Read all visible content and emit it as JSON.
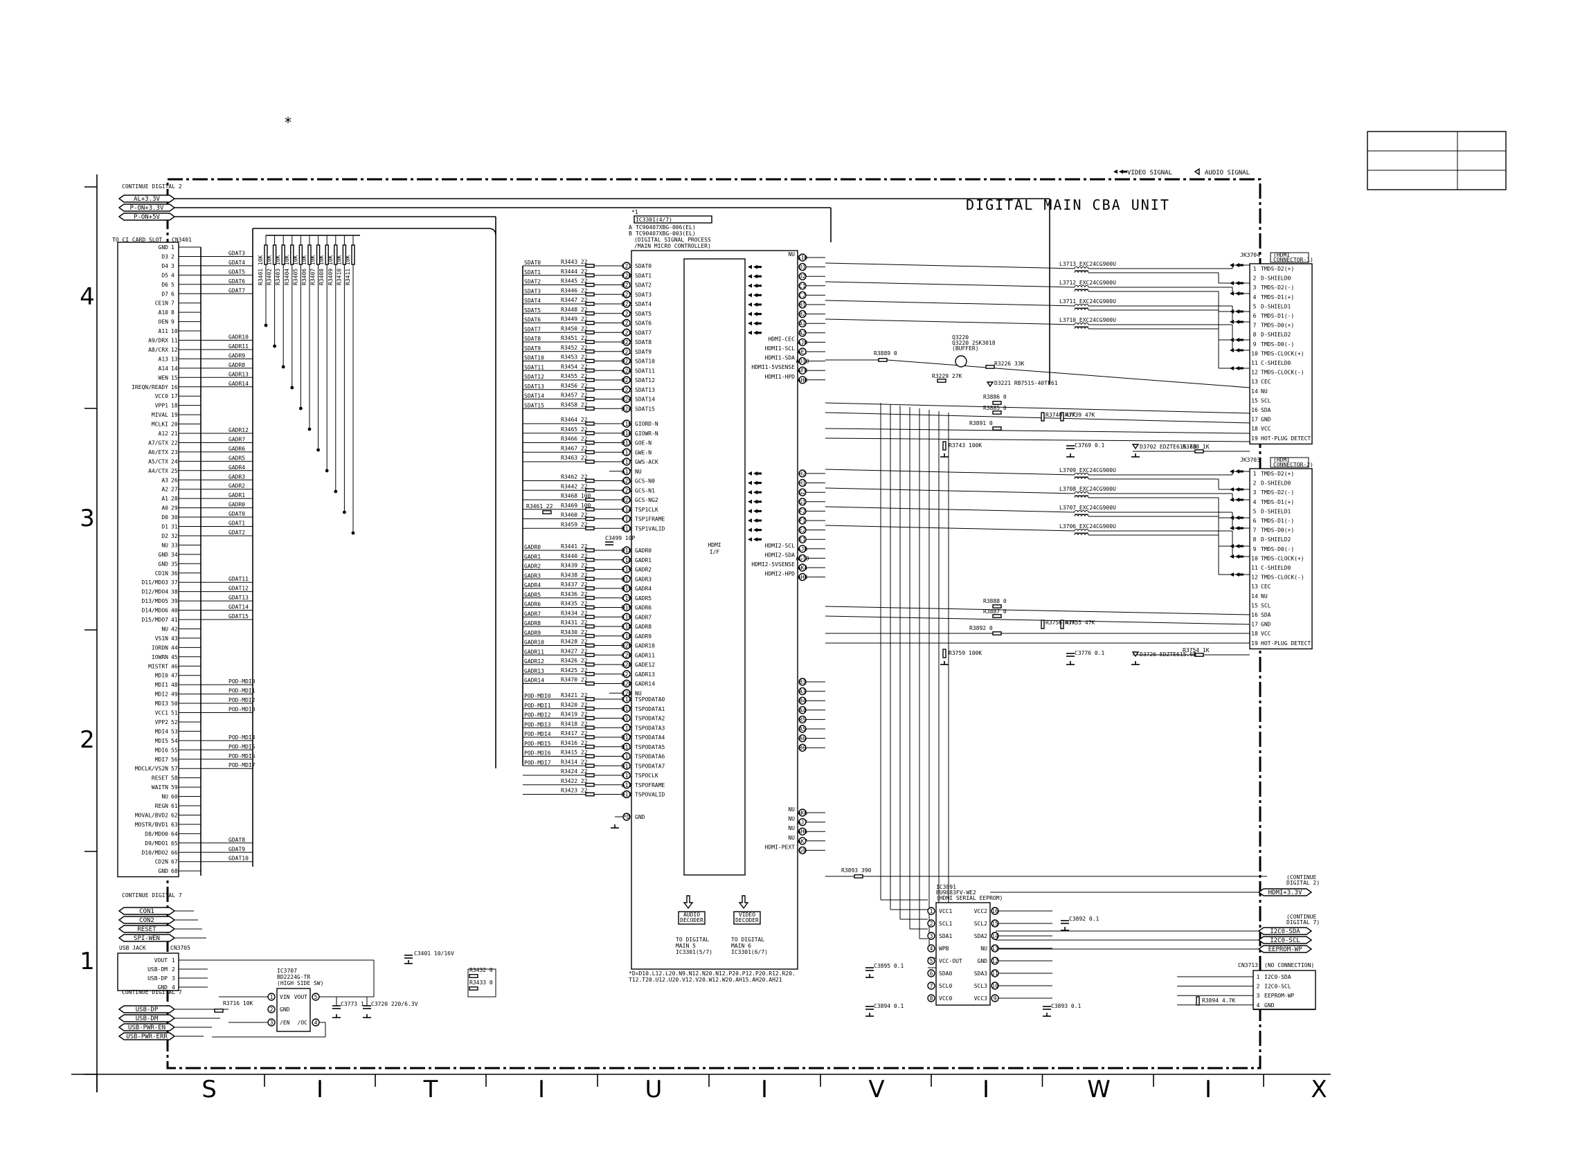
{
  "asterisk": "*",
  "unit_title": "DIGITAL MAIN CBA UNIT",
  "legend": {
    "video": "VIDEO SIGNAL",
    "audio": "AUDIO SIGNAL"
  },
  "grid": {
    "columns": [
      "S",
      "I",
      "T",
      "I",
      "U",
      "I",
      "V",
      "I",
      "W",
      "I",
      "X"
    ],
    "rows": [
      "4",
      "3",
      "2",
      "1"
    ]
  },
  "power_in": {
    "label": "CONTINUE DIGITAL 2",
    "rails": [
      "AL+3.3V",
      "P-ON+3.3V",
      "P-ON+5V"
    ]
  },
  "cn3401": {
    "ref": "CN3401",
    "label": "TO CI CARD SLOT",
    "pins": [
      [
        "1",
        "GND"
      ],
      [
        "2",
        "D3"
      ],
      [
        "3",
        "D4"
      ],
      [
        "4",
        "D5"
      ],
      [
        "5",
        "D6"
      ],
      [
        "6",
        "D7"
      ],
      [
        "7",
        "CE1N"
      ],
      [
        "8",
        "A10"
      ],
      [
        "9",
        "OEN"
      ],
      [
        "10",
        "A11"
      ],
      [
        "11",
        "A9/DRX"
      ],
      [
        "12",
        "A8/CRX"
      ],
      [
        "13",
        "A13"
      ],
      [
        "14",
        "A14"
      ],
      [
        "15",
        "WEN"
      ],
      [
        "16",
        "IREQN/READY"
      ],
      [
        "17",
        "VCC0"
      ],
      [
        "18",
        "VPP1"
      ],
      [
        "19",
        "MIVAL"
      ],
      [
        "20",
        "MCLKI"
      ],
      [
        "21",
        "A12"
      ],
      [
        "22",
        "A7/GTX"
      ],
      [
        "23",
        "A6/ETX"
      ],
      [
        "24",
        "A5/CTX"
      ],
      [
        "25",
        "A4/CTX"
      ],
      [
        "26",
        "A3"
      ],
      [
        "27",
        "A2"
      ],
      [
        "28",
        "A1"
      ],
      [
        "29",
        "A0"
      ],
      [
        "30",
        "D0"
      ],
      [
        "31",
        "D1"
      ],
      [
        "32",
        "D2"
      ],
      [
        "33",
        "NU"
      ],
      [
        "34",
        "GND"
      ],
      [
        "35",
        "GND"
      ],
      [
        "36",
        "CD1N"
      ],
      [
        "37",
        "D11/MDO3"
      ],
      [
        "38",
        "D12/MDO4"
      ],
      [
        "39",
        "D13/MDO5"
      ],
      [
        "40",
        "D14/MDO6"
      ],
      [
        "41",
        "D15/MDO7"
      ],
      [
        "42",
        "NU"
      ],
      [
        "43",
        "VS1N"
      ],
      [
        "44",
        "IORDN"
      ],
      [
        "45",
        "IOWRN"
      ],
      [
        "46",
        "MISTRT"
      ],
      [
        "47",
        "MDI0"
      ],
      [
        "48",
        "MDI1"
      ],
      [
        "49",
        "MDI2"
      ],
      [
        "50",
        "MDI3"
      ],
      [
        "51",
        "VCC1"
      ],
      [
        "52",
        "VPP2"
      ],
      [
        "53",
        "MDI4"
      ],
      [
        "54",
        "MDI5"
      ],
      [
        "55",
        "MDI6"
      ],
      [
        "56",
        "MDI7"
      ],
      [
        "57",
        "MOCLK/VS2N"
      ],
      [
        "58",
        "RESET"
      ],
      [
        "59",
        "WAITN"
      ],
      [
        "60",
        "NU"
      ],
      [
        "61",
        "REGN"
      ],
      [
        "62",
        "MOVAL/BVD2"
      ],
      [
        "63",
        "MOSTR/BVD1"
      ],
      [
        "64",
        "D8/MDO0"
      ],
      [
        "65",
        "D9/MDO1"
      ],
      [
        "66",
        "D10/MDO2"
      ],
      [
        "67",
        "CD2N"
      ],
      [
        "68",
        "GND"
      ]
    ],
    "net_labels": [
      "GDAT3",
      "GDAT4",
      "GDAT5",
      "GDAT6",
      "GDAT7",
      "GADR10",
      "GADR11",
      "GADR9",
      "GADR8",
      "GADR13",
      "GADR14",
      "GADR12",
      "GADR7",
      "GADR6",
      "GADR5",
      "GADR4",
      "GADR3",
      "GADR2",
      "GADR1",
      "GADR0",
      "GDAT0",
      "GDAT1",
      "GDAT2",
      "GDAT11",
      "GDAT12",
      "GDAT13",
      "GDAT14",
      "GDAT15",
      "POD-MDI0",
      "POD-MDI1",
      "POD-MDI2",
      "POD-MDI3",
      "POD-MDI4",
      "POD-MDI5",
      "POD-MDI6",
      "POD-MDI7",
      "GDAT8",
      "GDAT9",
      "GDAT10"
    ]
  },
  "resistor_array": [
    "R3401 10K",
    "R3402 10K",
    "R3403 10K",
    "R3404 10K",
    "R3405 10K",
    "R3406 10K",
    "R3407 10K",
    "R3408 10K",
    "R3409 10K",
    "R3410 10K",
    "R3411 10K"
  ],
  "lower_left": {
    "cont7": {
      "label": "CONTINUE DIGITAL 7",
      "signals": [
        "CON1",
        "CON2",
        "RESET",
        "SPI-WEN"
      ]
    },
    "cn3705": {
      "ref": "CN3705",
      "label": "USB JACK",
      "pins": [
        [
          "1",
          "VOUT"
        ],
        [
          "2",
          "USB-DM"
        ],
        [
          "3",
          "USB-DP"
        ],
        [
          "4",
          "GND"
        ]
      ]
    },
    "cont7b": {
      "label": "CONTINUE DIGITAL 7",
      "signals": [
        "USB-DP",
        "USB-DM",
        "USB-PWR-EN",
        "USB-PWR-ERR"
      ]
    },
    "ic3707": {
      "ref": "IC3707",
      "part": "BD2224G-TR",
      "desc": "HIGH SIDE SW",
      "pins": [
        [
          "1",
          "VIN"
        ],
        [
          "2",
          "GND"
        ],
        [
          "3",
          "/EN"
        ],
        [
          "5",
          "VOUT"
        ],
        [
          "4",
          "/OC"
        ]
      ]
    },
    "parts": [
      "C3401 10/16V",
      "R3432 0",
      "R3433 0",
      "R3716 10K",
      "C3773 1",
      "C3720 220/6.3V"
    ]
  },
  "ic3301": {
    "marker": "*1",
    "ref": "IC3301(4/7)",
    "variants": [
      "A TC90407XBG-006(EL)",
      "B TC90407XBG-003(EL)"
    ],
    "desc": [
      "DIGITAL SIGNAL PROCESS",
      "MAIN MICRO CONTROLLER"
    ],
    "inner": [
      "HDMI",
      "I/F"
    ],
    "left_pins": [
      [
        "SDAT0",
        "R3443 22",
        "C21",
        "SDAT0"
      ],
      [
        "SDAT1",
        "R3444 22",
        "F20",
        "SDAT1"
      ],
      [
        "SDAT2",
        "R3445 22",
        "B21",
        "SDAT2"
      ],
      [
        "SDAT3",
        "R3446 22",
        "A22",
        "SDAT3"
      ],
      [
        "SDAT4",
        "R3447 22",
        "B22",
        "SDAT4"
      ],
      [
        "SDAT5",
        "R3448 22",
        "C22",
        "SDAT5"
      ],
      [
        "SDAT6",
        "R3449 22",
        "E21",
        "SDAT6"
      ],
      [
        "SDAT7",
        "R3450 22",
        "C23",
        "SDAT7"
      ],
      [
        "SDAT8",
        "R3451 22",
        "D22",
        "SDAT8"
      ],
      [
        "SDAT9",
        "R3452 22",
        "F21",
        "SDAT9"
      ],
      [
        "SDAT10",
        "R3453 22",
        "D23",
        "SDAT10"
      ],
      [
        "SDAT11",
        "R3454 22",
        "A24",
        "SDAT11"
      ],
      [
        "SDAT12",
        "R3455 22",
        "B23",
        "SDAT12"
      ],
      [
        "SDAT13",
        "R3456 22",
        "E22",
        "SDAT13"
      ],
      [
        "SDAT14",
        "R3457 22",
        "B24",
        "SDAT14"
      ],
      [
        "SDAT15",
        "R3458 22",
        "D24",
        "SDAT15"
      ],
      [
        "",
        "R3464 22",
        "C16",
        "GIORD-N"
      ],
      [
        "",
        "R3465 22",
        "D16",
        "GIOWR-N"
      ],
      [
        "",
        "R3466 22",
        "D15",
        "GOE-N"
      ],
      [
        "",
        "R3467 22",
        "F17",
        "GWE-N"
      ],
      [
        "",
        "R3463 22",
        "E17",
        "GWS-ACK"
      ],
      [
        "",
        "",
        "A17",
        "NU"
      ],
      [
        "",
        "R3462 22",
        "A25",
        "GCS-N0"
      ],
      [
        "",
        "R3442 22",
        "C25",
        "GCS-N1"
      ],
      [
        "",
        "R3468 100",
        "B25",
        "GCS-NG2"
      ],
      [
        "",
        "R3469 100",
        "E14",
        "TSP1CLK"
      ],
      [
        "",
        "R3460 22",
        "F13",
        "TSP1FRAME"
      ],
      [
        "",
        "R3459 22",
        "B13",
        "TSP1VALID"
      ],
      [
        "GADR0",
        "R3441 22",
        "D18",
        "GADR0"
      ],
      [
        "GADR1",
        "R3440 22",
        "C18",
        "GADR1"
      ],
      [
        "GADR2",
        "R3439 22",
        "F19",
        "GADR2"
      ],
      [
        "GADR3",
        "R3438 22",
        "B17",
        "GADR3"
      ],
      [
        "GADR4",
        "R3437 22",
        "B19",
        "GADR4"
      ],
      [
        "GADR5",
        "R3436 22",
        "C19",
        "GADR5"
      ],
      [
        "GADR6",
        "R3435 22",
        "D19",
        "GADR6"
      ],
      [
        "GADR7",
        "R3434 22",
        "E19",
        "GADR7"
      ],
      [
        "GADR8",
        "R3431 22",
        "E18",
        "GADR8"
      ],
      [
        "GADR9",
        "R3430 22",
        "F18",
        "GADR9"
      ],
      [
        "GADR10",
        "R3428 22",
        "D20",
        "GADR10"
      ],
      [
        "GADR11",
        "R3427 22",
        "C20",
        "GADR11"
      ],
      [
        "GADR12",
        "R3426 22",
        "A20",
        "GADE12"
      ],
      [
        "GADR13",
        "R3425 22",
        "A21",
        "GADR13"
      ],
      [
        "GADR14",
        "R3470 22",
        "B20",
        "GADR14"
      ],
      [
        "",
        "",
        "E20",
        "NU"
      ],
      [
        "POD-MDI0",
        "R3421 22",
        "E13",
        "TSPODATA0"
      ],
      [
        "POD-MDI1",
        "R3420 22",
        "B12",
        "TSPODATA1"
      ],
      [
        "POD-MDI2",
        "R3419 22",
        "A11",
        "TSPODATA2"
      ],
      [
        "POD-MDI3",
        "R3418 22",
        "C12",
        "TSPODATA3"
      ],
      [
        "POD-MDI4",
        "R3417 22",
        "D12",
        "TSPODATA4"
      ],
      [
        "POD-MDI5",
        "R3416 22",
        "B11",
        "TSPODATA5"
      ],
      [
        "POD-MDI6",
        "R3415 22",
        "C11",
        "TSPODATA6"
      ],
      [
        "POD-MDI7",
        "R3414 22",
        "D11",
        "TSPODATA7"
      ],
      [
        "",
        "R3424 22",
        "F11",
        "TSPOCLK"
      ],
      [
        "",
        "R3422 22",
        "A13",
        "TSPOFRAME"
      ],
      [
        "",
        "R3423 22",
        "D13",
        "TSPOVALID"
      ]
    ],
    "r3461": "R3461 22",
    "c3499": "C3499 10P",
    "gnd_pin": [
      "*D",
      "GND"
    ],
    "right_pins_a": [
      [
        "NU",
        "G10"
      ],
      [
        "",
        "D1"
      ],
      [
        "",
        "D2"
      ],
      [
        "",
        "C1"
      ],
      [
        "",
        "C2"
      ],
      [
        "",
        "B1"
      ],
      [
        "",
        "B2"
      ],
      [
        "",
        "A1"
      ],
      [
        "",
        "A2"
      ],
      [
        "HDMI-CEC",
        "AJ8"
      ],
      [
        "HDMI1-SCL",
        "AE1"
      ],
      [
        "HDMI1-SDA",
        "AD10"
      ],
      [
        "HDMI1-5VSENSE",
        "AF8"
      ],
      [
        "HDMI1-HPD",
        "AH8"
      ]
    ],
    "right_pins_b": [
      [
        "",
        "H2"
      ],
      [
        "",
        "H1"
      ],
      [
        "",
        "G2"
      ],
      [
        "",
        "G1"
      ],
      [
        "",
        "F2"
      ],
      [
        "",
        "F1"
      ],
      [
        "",
        "E2"
      ],
      [
        "",
        "E1"
      ],
      [
        "HDMI2-SCL",
        "AJ8"
      ],
      [
        "HDMI2-SDA",
        "AG10"
      ],
      [
        "HDMI2-5VSENSE",
        "AK4"
      ],
      [
        "HDMI2-HPD",
        "AH8"
      ]
    ],
    "right_pins_c": [
      [
        "",
        "B3"
      ],
      [
        "",
        "A3"
      ],
      [
        "",
        "B4"
      ],
      [
        "",
        "A4"
      ],
      [
        "",
        "B5"
      ],
      [
        "",
        "A5"
      ],
      [
        "",
        "A6"
      ],
      [
        "",
        "B6"
      ]
    ],
    "right_pins_d": [
      [
        "NU",
        "AK6"
      ],
      [
        "NU",
        "AJ7"
      ],
      [
        "NU",
        "AH6"
      ],
      [
        "NU",
        "AK7"
      ],
      [
        "HDMI-PEXT",
        "G9"
      ]
    ],
    "outputs": [
      [
        "AUDIO DECODER",
        "TO DIGITAL MAIN 5 IC3301(5/7)"
      ],
      [
        "VIDEO DECODER",
        "TO DIGITAL MAIN 6 IC3301(6/7)"
      ]
    ],
    "footnote": [
      "*D=D10.L12.L20.N9.N12.N20.N12.P20.P12.P20.R12.R20.",
      "T12.T20.U12.U20.V12.V20.W12.W20.AH15.AH20.AH21"
    ]
  },
  "hdmi1": {
    "ref": "JK3704",
    "label": "HDMI CONNECTOR-1",
    "pins": [
      [
        "1",
        "TMDS-D2(+)"
      ],
      [
        "2",
        "D-SHIELD0"
      ],
      [
        "3",
        "TMDS-D2(-)"
      ],
      [
        "4",
        "TMDS-D1(+)"
      ],
      [
        "5",
        "D-SHIELD1"
      ],
      [
        "6",
        "TMDS-D1(-)"
      ],
      [
        "7",
        "TMDS-D0(+)"
      ],
      [
        "8",
        "D-SHIELD2"
      ],
      [
        "9",
        "TMDS-D0(-)"
      ],
      [
        "10",
        "TMDS-CLOCK(+)"
      ],
      [
        "11",
        "C-SHIELD0"
      ],
      [
        "12",
        "TMDS-CLOCK(-)"
      ],
      [
        "13",
        "CEC"
      ],
      [
        "14",
        "NU"
      ],
      [
        "15",
        "SCL"
      ],
      [
        "16",
        "SDA"
      ],
      [
        "17",
        "GND"
      ],
      [
        "18",
        "VCC"
      ],
      [
        "19",
        "HOT-PLUG DETECT"
      ]
    ],
    "chokes": [
      "L3713 EXC24CG900U",
      "L3712 EXC24CG900U",
      "L3711 EXC24CG900U",
      "L3710 EXC24CG900U"
    ],
    "parts": [
      "R3889 0",
      "Q3220 2SK3018",
      "(BUFFER)",
      "R3226 33K",
      "R3229 27K",
      "D3221 RB751S-40TE61",
      "R3886 0",
      "R3885 0",
      "R3740 47K",
      "R3739 47K",
      "R3891 0",
      "R3743 100K",
      "C3769 0.1",
      "D3702 EDZTE615.6B",
      "R3738 1K"
    ]
  },
  "hdmi2": {
    "ref": "JK3703",
    "label": "HDMI CONNECTOR-2",
    "pins": [
      [
        "1",
        "TMDS-D2(+)"
      ],
      [
        "2",
        "D-SHIELD0"
      ],
      [
        "3",
        "TMDS-D2(-)"
      ],
      [
        "4",
        "TMDS-D1(+)"
      ],
      [
        "5",
        "D-SHIELD1"
      ],
      [
        "6",
        "TMDS-D1(-)"
      ],
      [
        "7",
        "TMDS-D0(+)"
      ],
      [
        "8",
        "D-SHIELD2"
      ],
      [
        "9",
        "TMDS-D0(-)"
      ],
      [
        "10",
        "TMDS-CLOCK(+)"
      ],
      [
        "11",
        "C-SHIELD0"
      ],
      [
        "12",
        "TMDS-CLOCK(-)"
      ],
      [
        "13",
        "CEC"
      ],
      [
        "14",
        "NU"
      ],
      [
        "15",
        "SCL"
      ],
      [
        "16",
        "SDA"
      ],
      [
        "17",
        "GND"
      ],
      [
        "18",
        "VCC"
      ],
      [
        "19",
        "HOT-PLUG DETECT"
      ]
    ],
    "chokes": [
      "L3709 EXC24CG900U",
      "L3708 EXC24CG900U",
      "L3707 EXC24CG900U",
      "L3706 EXC24CG900U"
    ],
    "parts": [
      "R3888 0",
      "R3887 0",
      "R3756 47K",
      "R3755 47K",
      "R3892 0",
      "R3759 100K",
      "C3776 0.1",
      "D3726 EDZTE615.6B",
      "R3754 1K"
    ]
  },
  "ic3891": {
    "ref": "IC3891",
    "part": "BU9883FV-WE2",
    "desc": "HDMI SERIAL EEPROM",
    "left": [
      [
        "1",
        "VCC1"
      ],
      [
        "2",
        "SCL1"
      ],
      [
        "3",
        "SDA1"
      ],
      [
        "4",
        "WPB"
      ],
      [
        "5",
        "VCC-OUT"
      ],
      [
        "6",
        "SDA0"
      ],
      [
        "7",
        "SCL0"
      ],
      [
        "8",
        "VCC0"
      ]
    ],
    "right": [
      [
        "16",
        "VCC2"
      ],
      [
        "15",
        "SCL2"
      ],
      [
        "14",
        "SDA2"
      ],
      [
        "13",
        "NU"
      ],
      [
        "12",
        "GND"
      ],
      [
        "11",
        "SDA3"
      ],
      [
        "10",
        "SCL3"
      ],
      [
        "9",
        "VCC3"
      ]
    ],
    "parts": [
      "R3893 390",
      "C3892 0.1",
      "C3895 0.1",
      "C3894 0.1",
      "C3893 0.1",
      "R3894 4.7K"
    ]
  },
  "right_bottom": {
    "cont2": {
      "label": "CONTINUE DIGITAL 2",
      "signal": "HDMI+3.3V"
    },
    "cont7": {
      "label": "CONTINUE DIGITAL 7",
      "signals": [
        "I2C0-SDA",
        "I2C0-SCL",
        "EEPROM-WP"
      ]
    },
    "cn3713": {
      "ref": "CN3713",
      "label": "NO CONNECTION",
      "pins": [
        [
          "1",
          "I2C0-SDA"
        ],
        [
          "2",
          "I2C0-SCL"
        ],
        [
          "3",
          "EEPROM-WP"
        ],
        [
          "4",
          "GND"
        ]
      ]
    }
  }
}
